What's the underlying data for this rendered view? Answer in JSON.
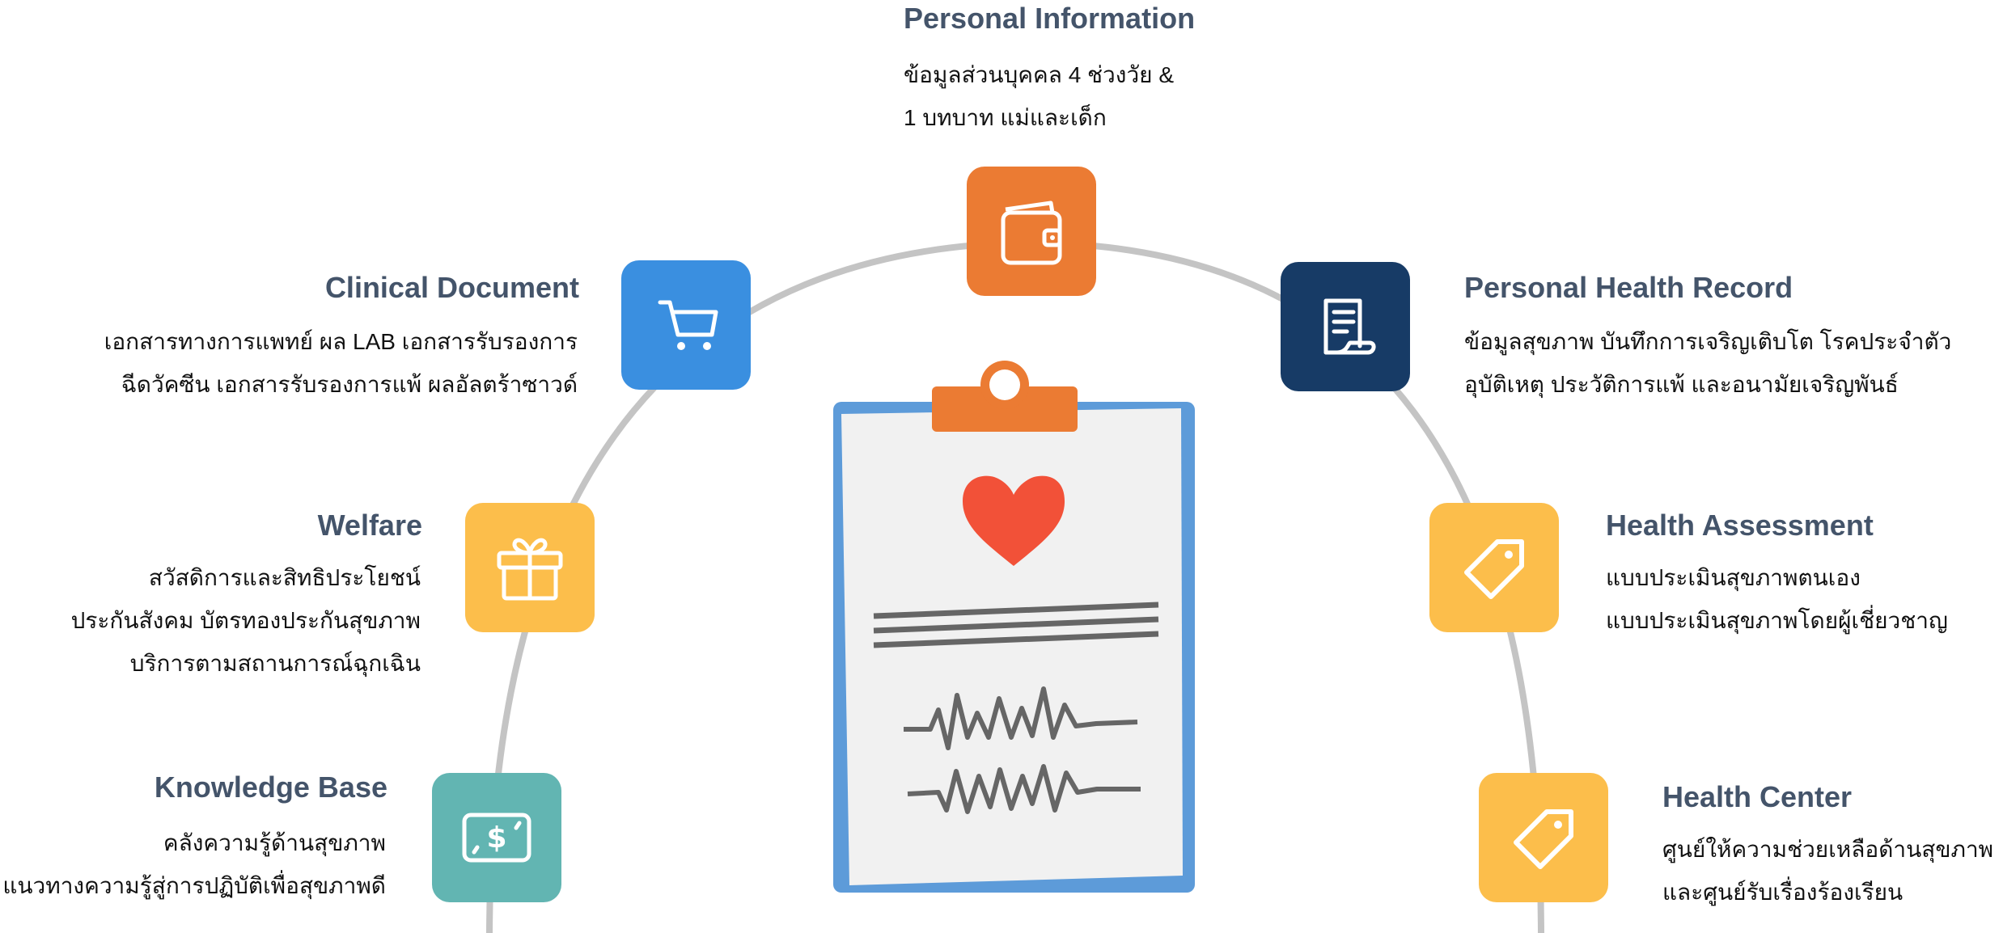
{
  "colors": {
    "arc": "#c4c4c4",
    "orange": "#eb7b33",
    "blue": "#3a8fe0",
    "navy": "#173b66",
    "yellow": "#fcbe4b",
    "teal": "#62b5b2",
    "title": "#44546a",
    "clipboard_border": "#5d9bd9",
    "clipboard_paper": "#f1f1f1",
    "heart": "#f25138",
    "lines": "#666666"
  },
  "center": {
    "icon": "clipboard-heart-icon"
  },
  "items": [
    {
      "key": "personal_information",
      "icon": "wallet-icon",
      "title": "Personal Information",
      "lines": [
        "ข้อมูลส่วนบุคคล 4 ช่วงวัย &",
        "1 บทบาท แม่และเด็ก"
      ]
    },
    {
      "key": "clinical_document",
      "icon": "cart-icon",
      "title": "Clinical Document",
      "lines": [
        "เอกสารทางการแพทย์ ผล LAB เอกสารรับรองการ",
        "ฉีดวัคซีน เอกสารรับรองการแพ้ ผลอัลตร้าซาวด์"
      ]
    },
    {
      "key": "personal_health_record",
      "icon": "document-icon",
      "title": "Personal Health Record",
      "lines": [
        "ข้อมูลสุขภาพ บันทึกการเจริญเติบโต โรคประจำตัว",
        "อุบัติเหตุ ประวัติการแพ้ และอนามัยเจริญพันธ์"
      ]
    },
    {
      "key": "welfare",
      "icon": "gift-icon",
      "title": "Welfare",
      "lines": [
        "สวัสดิการและสิทธิประโยชน์",
        "ประกันสังคม บัตรทองประกันสุขภาพ",
        "บริการตามสถานการณ์ฉุกเฉิน"
      ]
    },
    {
      "key": "health_assessment",
      "icon": "tag-icon",
      "title": "Health Assessment",
      "lines": [
        "แบบประเมินสุขภาพตนเอง",
        "แบบประเมินสุขภาพโดยผู้เชี่ยวชาญ"
      ]
    },
    {
      "key": "knowledge_base",
      "icon": "money-icon",
      "title": "Knowledge Base",
      "lines": [
        "คลังความรู้ด้านสุขภาพ",
        "แนวทางความรู้สู่การปฏิบัติเพื่อสุขภาพดี"
      ]
    },
    {
      "key": "health_center",
      "icon": "tag-icon",
      "title": "Health Center",
      "lines": [
        "ศูนย์ให้ความช่วยเหลือด้านสุขภาพ",
        "และศูนย์รับเรื่องร้องเรียน"
      ]
    }
  ]
}
